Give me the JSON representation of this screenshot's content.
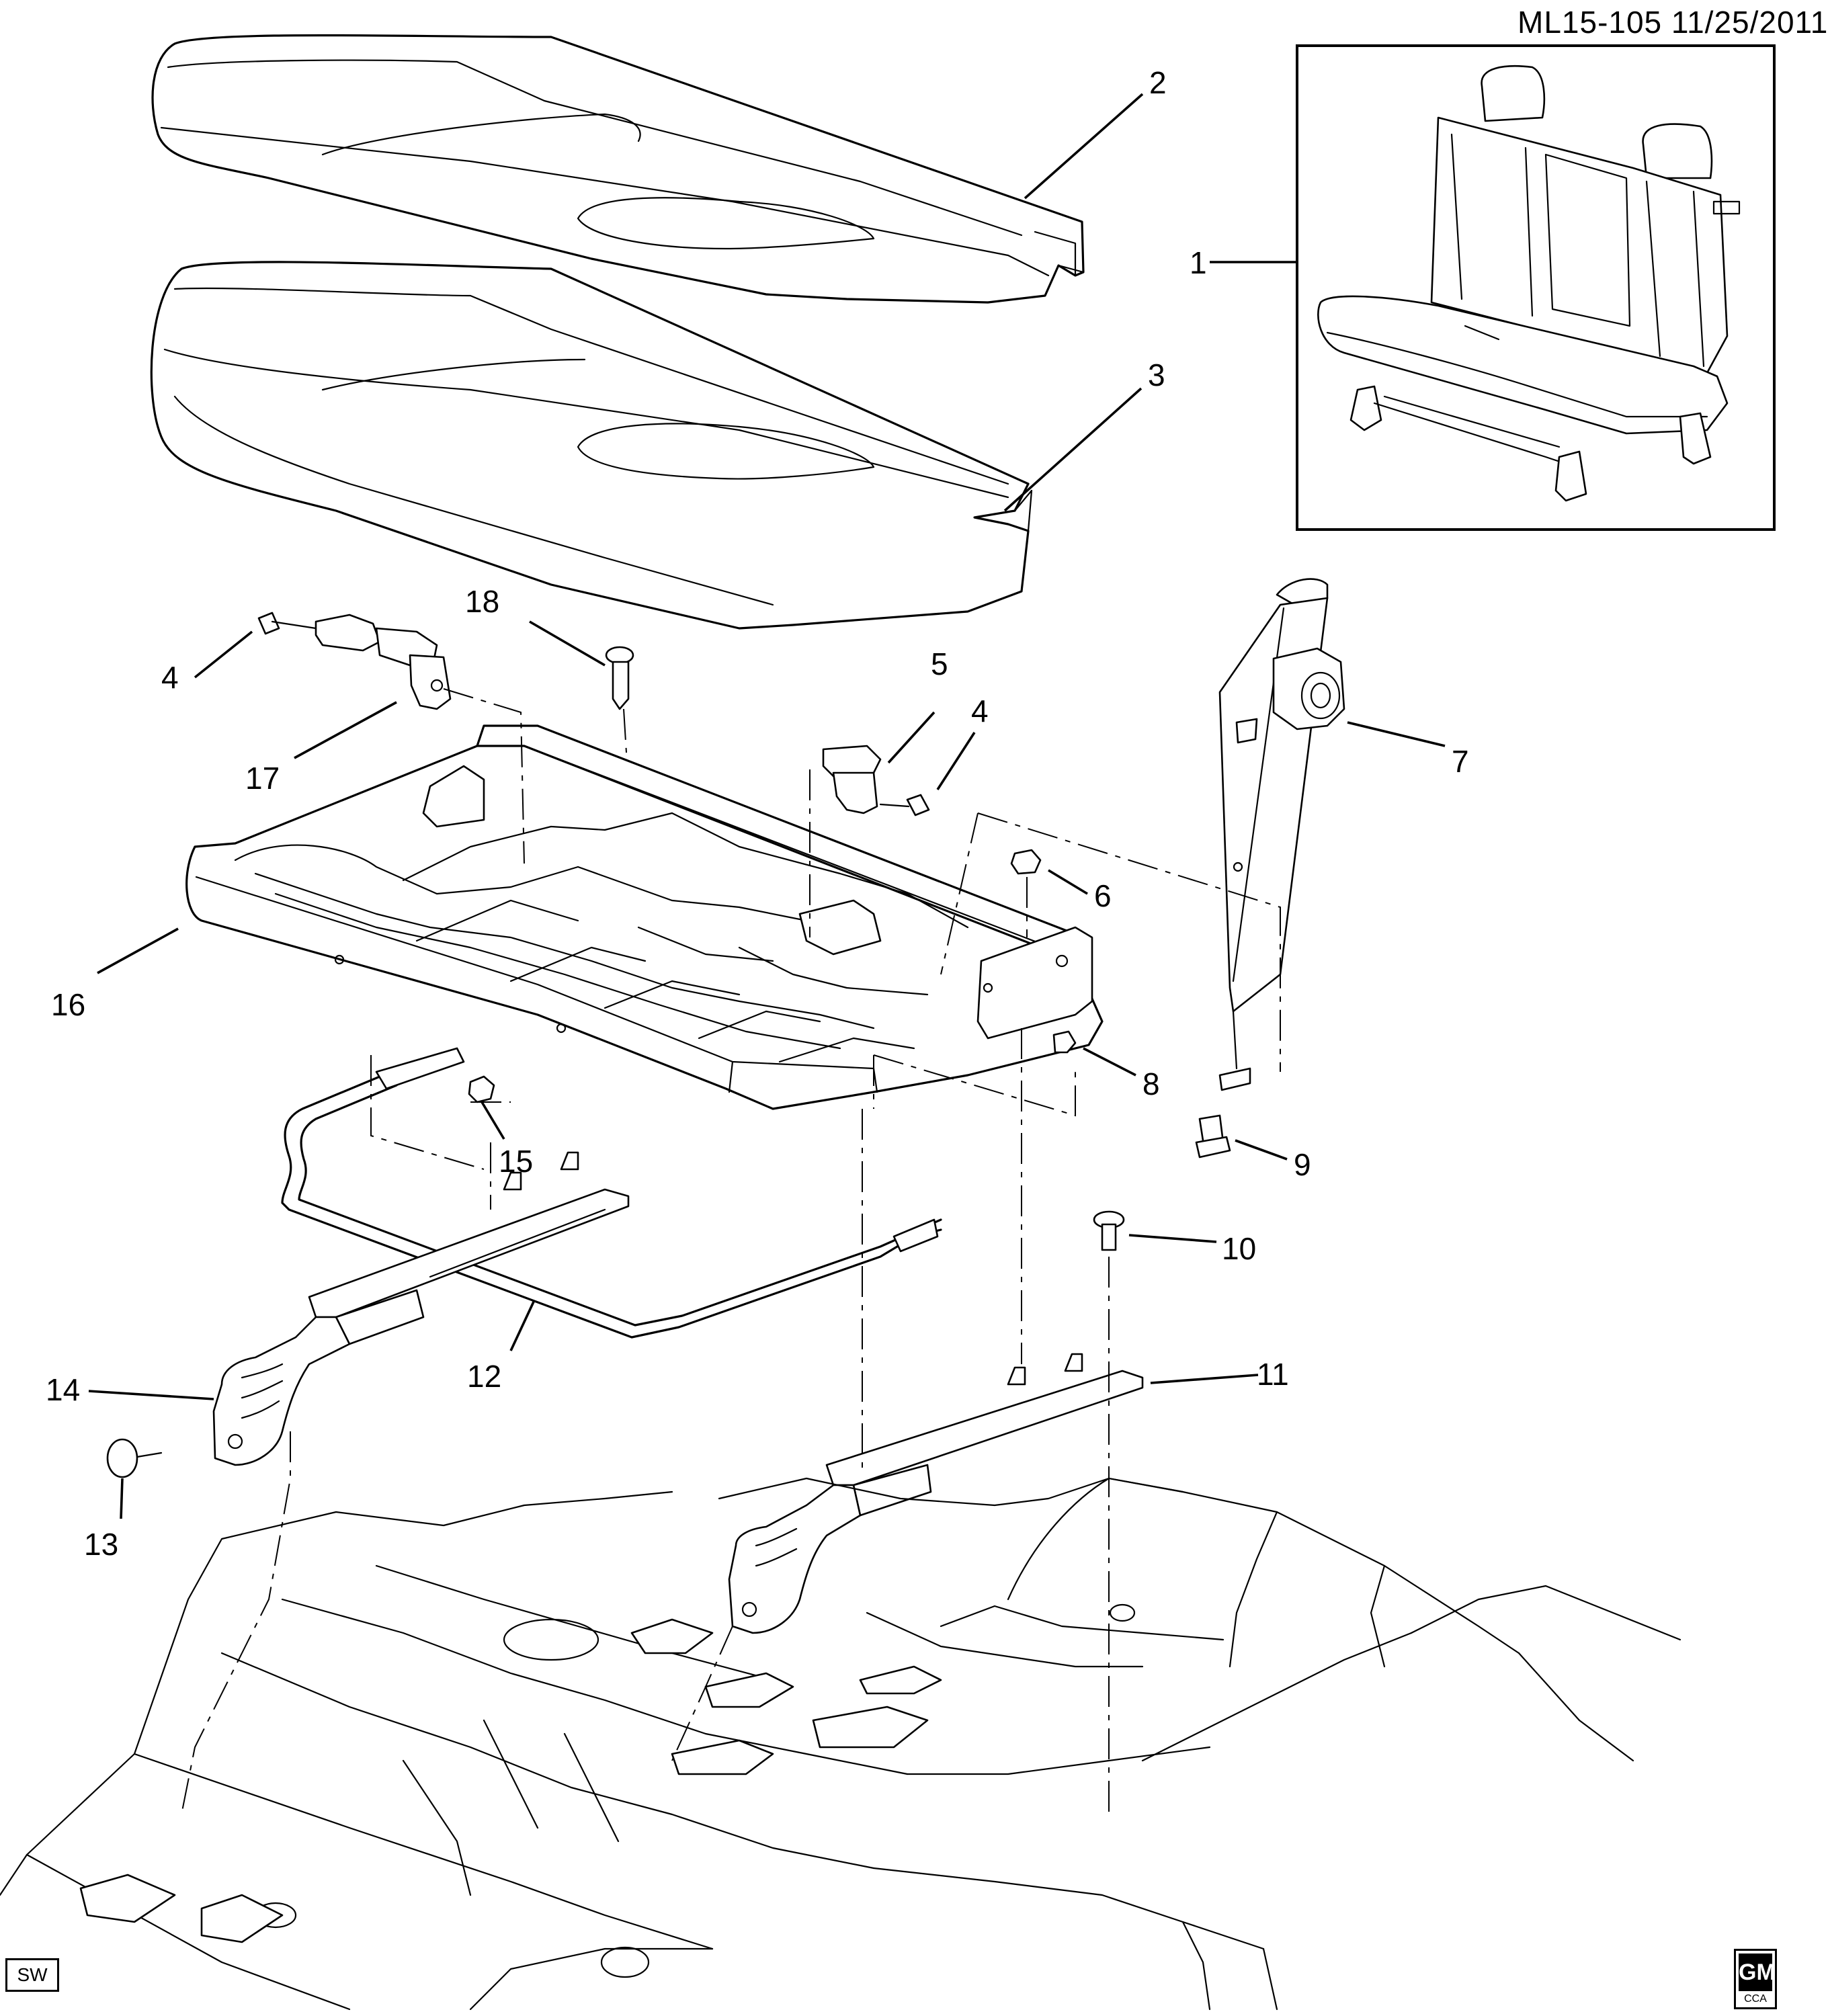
{
  "header": {
    "document_code": "ML15-105  11/25/2011"
  },
  "callouts": [
    "1",
    "2",
    "3",
    "4",
    "4",
    "5",
    "6",
    "7",
    "8",
    "9",
    "10",
    "11",
    "12",
    "13",
    "14",
    "15",
    "16",
    "17",
    "18"
  ],
  "badges": {
    "sw": "SW",
    "logo_mark": "GM",
    "logo_caption": "CCA"
  }
}
